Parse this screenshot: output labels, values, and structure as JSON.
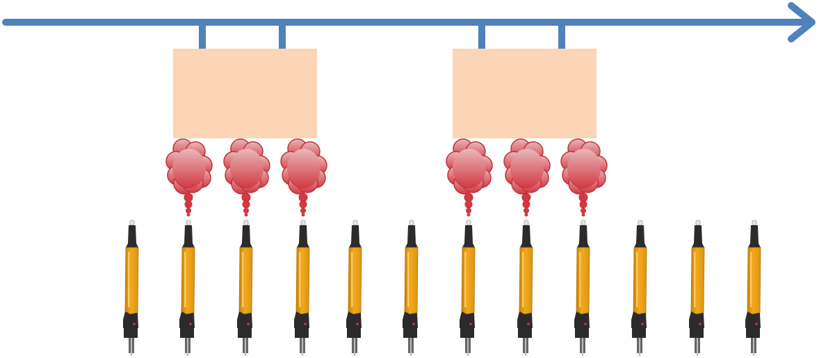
{
  "diagram": {
    "colors": {
      "conveyor": "#4f81bd",
      "part": "#fbd5b5",
      "cloud_top": "#e9b8b8",
      "cloud_bottom": "#d23a43",
      "cloud_edge": "#c0303a",
      "gun_body": "#f2a81d",
      "gun_dark": "#2b2b2b",
      "gun_tip": "#e6e6e6"
    },
    "conveyor": {
      "direction": "right"
    },
    "parts": [
      {
        "id": "part-1",
        "hooks": 2,
        "spraying_guns": [
          2,
          3,
          4
        ]
      },
      {
        "id": "part-2",
        "hooks": 2,
        "spraying_guns": [
          7,
          8,
          9
        ]
      }
    ],
    "spray_guns": [
      {
        "index": 1,
        "spraying": false
      },
      {
        "index": 2,
        "spraying": true
      },
      {
        "index": 3,
        "spraying": true
      },
      {
        "index": 4,
        "spraying": true
      },
      {
        "index": 5,
        "spraying": false
      },
      {
        "index": 6,
        "spraying": false
      },
      {
        "index": 7,
        "spraying": true
      },
      {
        "index": 8,
        "spraying": true
      },
      {
        "index": 9,
        "spraying": true
      },
      {
        "index": 10,
        "spraying": false
      },
      {
        "index": 11,
        "spraying": false
      },
      {
        "index": 12,
        "spraying": false
      }
    ],
    "icons": [
      "spray-gun-icon",
      "spray-cloud-icon",
      "arrow-head-icon"
    ]
  }
}
